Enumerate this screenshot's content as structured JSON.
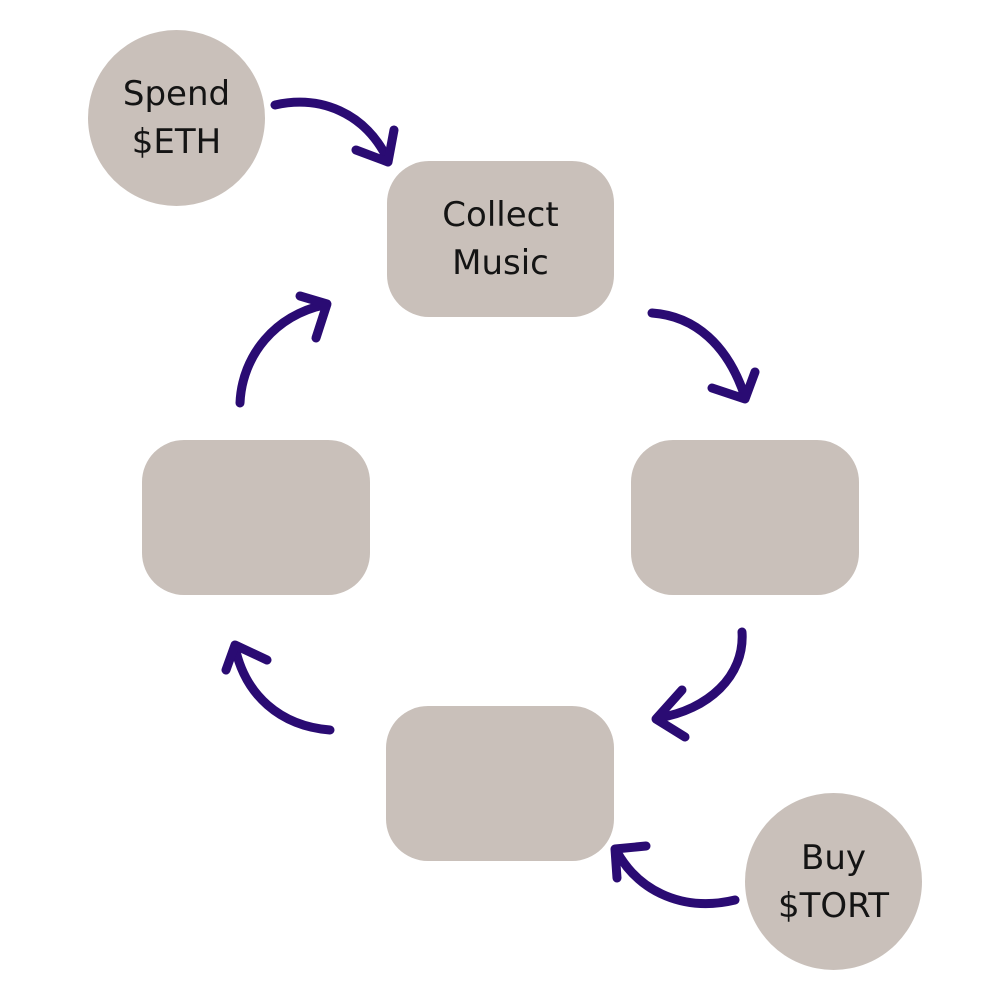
{
  "diagram": {
    "arrow_color": "#2a0b73",
    "node_color": "#c9c0ba",
    "text_color": "#141414",
    "nodes": {
      "spend_eth": {
        "label": "Spend\n$ETH"
      },
      "collect_music": {
        "label": "Collect\nMusic"
      },
      "right_box": {
        "label": ""
      },
      "bottom_box": {
        "label": ""
      },
      "left_box": {
        "label": ""
      },
      "buy_tort": {
        "label": "Buy\n$TORT"
      }
    }
  }
}
